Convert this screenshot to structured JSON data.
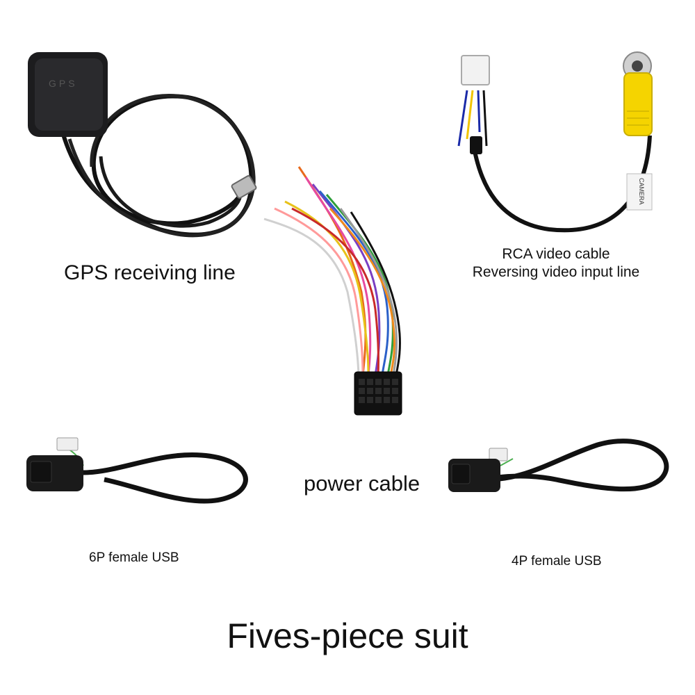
{
  "products": {
    "gps": {
      "label": "GPS receiving line",
      "antenna_text": "GPS"
    },
    "rca": {
      "label_line1": "RCA video cable",
      "label_line2": "Reversing video input line",
      "tag_text": "CAMERA"
    },
    "power": {
      "label": "power cable"
    },
    "usb6": {
      "label": "6P female USB"
    },
    "usb4": {
      "label": "4P female USB"
    }
  },
  "title": "Fives-piece suit",
  "colors": {
    "background": "#ffffff",
    "cable": "#111111",
    "rca_yellow": "#f5d400",
    "wire_blue": "#1a2aa8"
  }
}
